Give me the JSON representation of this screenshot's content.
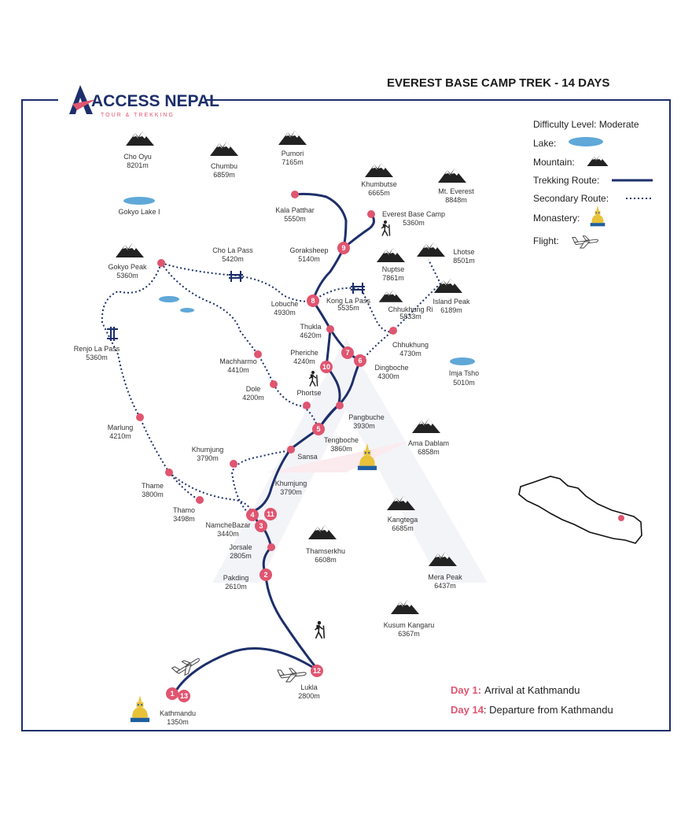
{
  "header": {
    "brand": "ACCESS NEPAL",
    "brand_sub": "TOUR & TREKKING",
    "title": "EVEREST BASE CAMP TREK - 14 DAYS"
  },
  "legend": {
    "difficulty": "Difficulty Level: Moderate",
    "lake": "Lake:",
    "mountain": "Mountain:",
    "trekking_route": "Trekking Route:",
    "secondary_route": "Secondary Route:",
    "monastery": "Monastery:",
    "flight": "Flight:"
  },
  "mountains": [
    {
      "name": "Cho Oyu",
      "alt": "8201m"
    },
    {
      "name": "Chumbu",
      "alt": "6859m"
    },
    {
      "name": "Pumori",
      "alt": "7165m"
    },
    {
      "name": "Khumbutse",
      "alt": "6665m"
    },
    {
      "name": "Mt. Everest",
      "alt": "8848m"
    },
    {
      "name": "Gokyo Peak",
      "alt": "5360m"
    },
    {
      "name": "Nuptse",
      "alt": "7861m"
    },
    {
      "name": "Lhotse",
      "alt": "8501m"
    },
    {
      "name": "Island Peak",
      "alt": "6189m"
    },
    {
      "name": "Chhukhung Ri",
      "alt": "5833m"
    },
    {
      "name": "Ama Dablam",
      "alt": "6858m"
    },
    {
      "name": "Kangtega",
      "alt": "6685m"
    },
    {
      "name": "Thamserkhu",
      "alt": "6608m"
    },
    {
      "name": "Mera Peak",
      "alt": "6437m"
    },
    {
      "name": "Kusum Kangaru",
      "alt": "6367m"
    }
  ],
  "lakes": [
    {
      "name": "Gokyo Lake I"
    },
    {
      "name": "Imja Tsho",
      "alt": "5010m"
    }
  ],
  "places": [
    {
      "name": "Kala Patthar",
      "alt": "5550m"
    },
    {
      "name": "Everest Base Camp",
      "alt": "5360m"
    },
    {
      "name": "Gorakshеep",
      "alt": "5140m"
    },
    {
      "name": "Cho La Pass",
      "alt": "5420m"
    },
    {
      "name": "Lobuche",
      "alt": "4930m"
    },
    {
      "name": "Kong La Pass",
      "alt": "5535m"
    },
    {
      "name": "Thukla",
      "alt": "4620m"
    },
    {
      "name": "Pheriche",
      "alt": "4240m"
    },
    {
      "name": "Chhukhung",
      "alt": "4730m"
    },
    {
      "name": "Dingboche",
      "alt": "4300m"
    },
    {
      "name": "Machharmo",
      "alt": "4410m"
    },
    {
      "name": "Dole",
      "alt": "4200m"
    },
    {
      "name": "Phortse",
      "alt": ""
    },
    {
      "name": "Pangbuche",
      "alt": "3930m"
    },
    {
      "name": "Tengboche",
      "alt": "3860m"
    },
    {
      "name": "Renjo La Pass",
      "alt": "5360m"
    },
    {
      "name": "Marlung",
      "alt": "4210m"
    },
    {
      "name": "Khumjung",
      "alt": "3790m"
    },
    {
      "name": "Sansa",
      "alt": ""
    },
    {
      "name": "Khumjung",
      "alt": "3790m"
    },
    {
      "name": "Thame",
      "alt": "3800m"
    },
    {
      "name": "Thamo",
      "alt": "3498m"
    },
    {
      "name": "NamcheBazar",
      "alt": "3440m"
    },
    {
      "name": "Jorsale",
      "alt": "2805m"
    },
    {
      "name": "Pakding",
      "alt": "2610m"
    },
    {
      "name": "Lukla",
      "alt": "2800m"
    },
    {
      "name": "Kathmandu",
      "alt": "1350m"
    }
  ],
  "day_markers": [
    "1",
    "13",
    "2",
    "3",
    "4",
    "11",
    "5",
    "10",
    "7",
    "6",
    "8",
    "9",
    "12"
  ],
  "footer": {
    "day1_label": "Day 1:",
    "day1_text": "Arrival at Kathmandu",
    "day14_label": "Day 14",
    "day14_text": ": Departure from Kathmandu"
  },
  "colors": {
    "route": "#1d2f6a",
    "marker": "#e05570",
    "lake": "#5fa8d8",
    "frame": "#1d2f6a"
  }
}
